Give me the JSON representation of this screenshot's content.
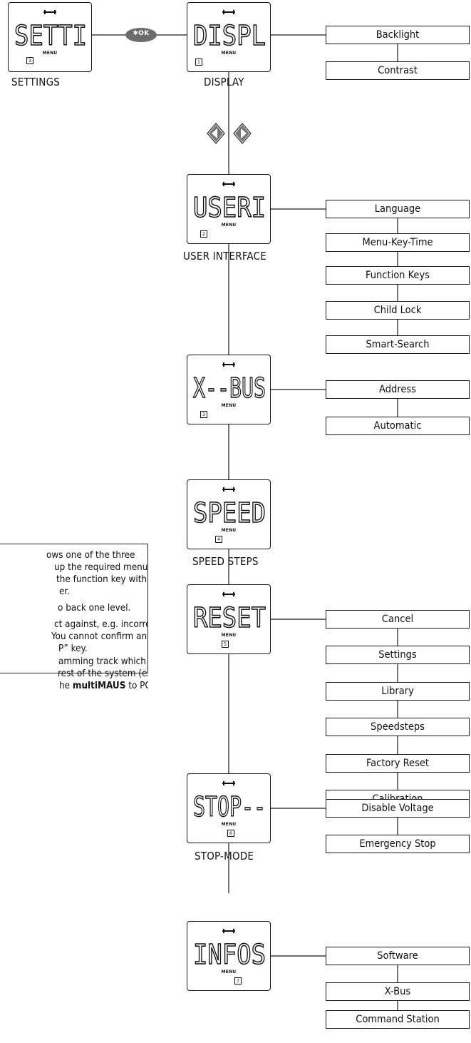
{
  "screens": [
    {
      "id": "settings",
      "display": "SETTI",
      "menu": "MENU",
      "num": "3",
      "caption": "SETTINGS"
    },
    {
      "id": "display",
      "display": "DISPL",
      "menu": "MENU",
      "num": "1",
      "caption": "DISPLAY"
    },
    {
      "id": "user-interface",
      "display": "USERI",
      "menu": "MENU",
      "num": "2",
      "caption": "USER INTERFACE"
    },
    {
      "id": "x-bus",
      "display": "X--BUS",
      "menu": "MENU",
      "num": "3",
      "caption": ""
    },
    {
      "id": "speed-steps",
      "display": "SPEED",
      "menu": "MENU",
      "num": "4",
      "caption": "SPEED STEPS"
    },
    {
      "id": "reset",
      "display": "RESET",
      "menu": "MENU",
      "num": "5",
      "caption": ""
    },
    {
      "id": "stop-mode",
      "display": "STOP--",
      "menu": "MENU",
      "num": "6",
      "caption": "STOP-MODE"
    },
    {
      "id": "infos",
      "display": "INFOS",
      "menu": "MENU",
      "num": "7",
      "caption": ""
    }
  ],
  "ok_button": {
    "label": "✱OK"
  },
  "options": {
    "display": [
      "Backlight",
      "Contrast"
    ],
    "user_interface": [
      "Language",
      "Menu-Key-Time",
      "Function Keys",
      "Child Lock",
      "Smart-Search"
    ],
    "x_bus": [
      "Address",
      "Automatic"
    ],
    "reset": [
      "Cancel",
      "Settings",
      "Library",
      "Speedsteps",
      "Factory Reset",
      "Calibration"
    ],
    "stop_mode": [
      "Disable Voltage",
      "Emergency Stop"
    ],
    "infos": [
      "Software",
      "X-Bus",
      "Command Station"
    ]
  },
  "note": {
    "lines": [
      "ows one of the three",
      "up the required menu",
      "the function key with",
      "er.",
      "o back one level.",
      "ct against, e.g. incorrect",
      "You cannot confirm an",
      "P” key.",
      "amming track which is",
      "rest of the system (ex-",
      "he ",
      "multiMAUS",
      " to POM"
    ]
  }
}
